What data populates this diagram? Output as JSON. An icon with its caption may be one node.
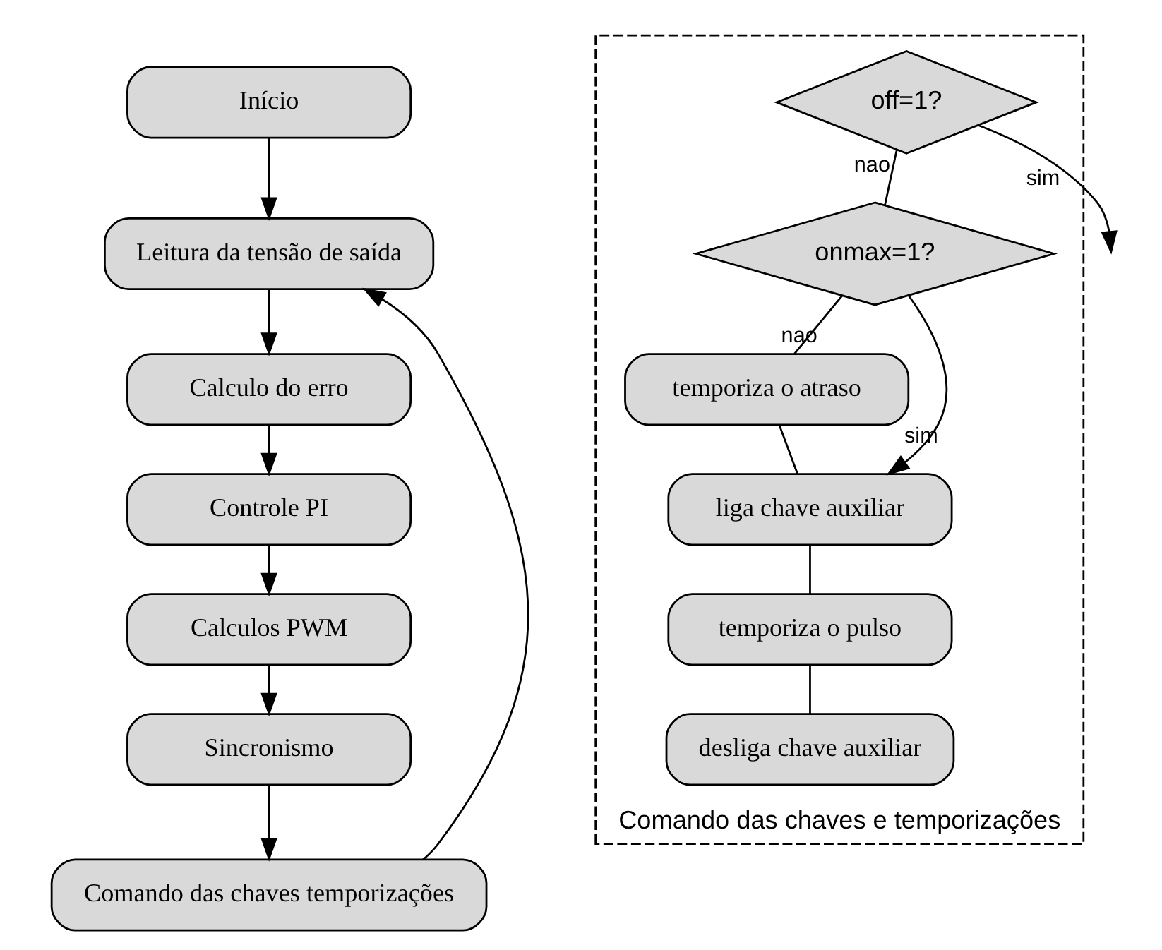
{
  "diagram": {
    "nodes": [
      {
        "text": [
          "Início"
        ]
      },
      {
        "text": [
          "Leitura da tensão de saída"
        ]
      },
      {
        "text": [
          "Calculo do erro"
        ]
      },
      {
        "text": [
          "Controle PI"
        ]
      },
      {
        "text": [
          "Calculos PWM"
        ]
      },
      {
        "text": [
          "Sincronismo"
        ]
      },
      {
        "text": [
          "Comando das chaves temporizações"
        ]
      },
      {
        "text": [
          "Comando das chaves e temporizações"
        ]
      },
      {
        "text": [
          "off=1?"
        ],
        "in": 7
      },
      {
        "text": [
          "onmax=1?"
        ],
        "in": 7
      },
      {
        "text": [
          "temporiza o atraso"
        ],
        "in": 7
      },
      {
        "text": [
          "liga chave auxiliar"
        ],
        "in": 7
      },
      {
        "text": [
          "temporiza o pulso"
        ],
        "in": 7
      },
      {
        "text": [
          "desliga chave auxiliar"
        ],
        "in": 7
      }
    ],
    "edges": [
      {
        "from": 0,
        "to": 1,
        "arrow": "to"
      },
      {
        "from": 6,
        "to": 1,
        "arrow": "to"
      },
      {
        "from": 1,
        "to": 2,
        "arrow": "to"
      },
      {
        "from": 2,
        "to": 3,
        "arrow": "to"
      },
      {
        "from": 3,
        "to": 4,
        "arrow": "to"
      },
      {
        "from": 4,
        "to": 5,
        "arrow": "to"
      },
      {
        "from": 5,
        "to": 6,
        "arrow": "to"
      },
      {
        "from": 8,
        "to": null,
        "arrow": "to",
        "label": "sim"
      },
      {
        "from": 8,
        "to": 9,
        "arrow": "none",
        "label": "nao"
      },
      {
        "from": 9,
        "to": 11,
        "arrow": "to",
        "label": "sim"
      },
      {
        "from": 9,
        "to": 10,
        "arrow": "none",
        "label": "nao"
      },
      {
        "from": 10,
        "to": 11,
        "arrow": "none"
      },
      {
        "from": 11,
        "to": 12,
        "arrow": "none"
      },
      {
        "from": 12,
        "to": 13,
        "arrow": "none"
      }
    ]
  }
}
